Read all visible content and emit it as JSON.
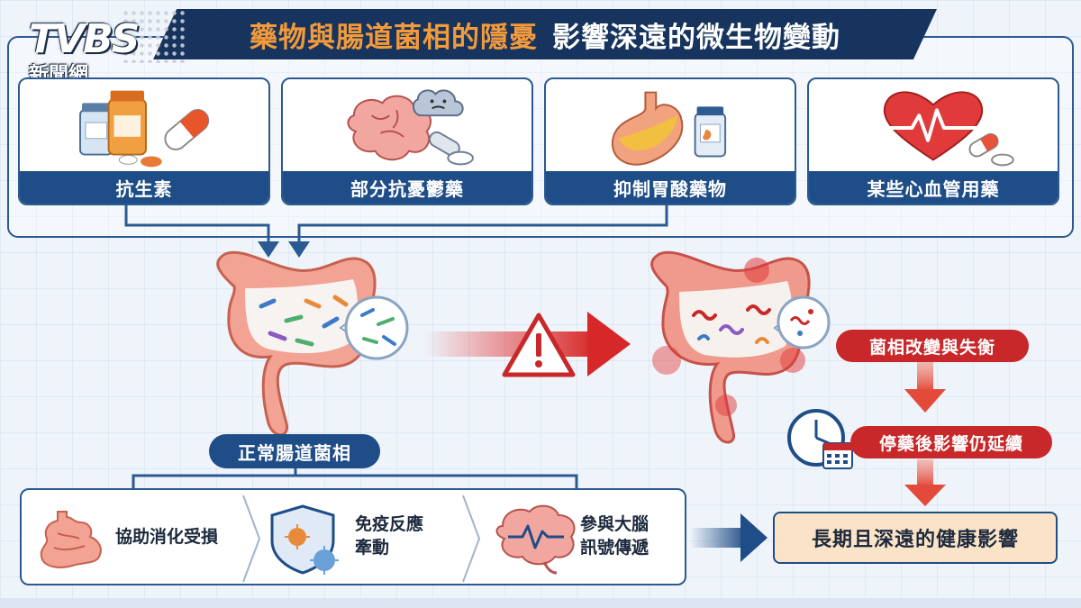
{
  "title": {
    "part1": "藥物與腸道菌相的隱憂",
    "part2": "影響深遠的微生物變動"
  },
  "logo": {
    "main": "TVBS",
    "sub": "新聞網"
  },
  "drugs": [
    {
      "label": "抗生素",
      "icon": "antibiotic-pills-icon"
    },
    {
      "label": "部分抗憂鬱藥",
      "icon": "brain-cloud-icon"
    },
    {
      "label": "抑制胃酸藥物",
      "icon": "stomach-medicine-icon"
    },
    {
      "label": "某些心血管用藥",
      "icon": "heart-pulse-icon"
    }
  ],
  "normal_label": "正常腸道菌相",
  "effects": {
    "dysbiosis": "菌相改變與失衡",
    "persist": "停藥後影響仍延續"
  },
  "functions": [
    {
      "line1": "協助消化受損",
      "line2": "",
      "icon": "intestine-icon"
    },
    {
      "line1": "免疫反應",
      "line2": "牽動",
      "icon": "immune-shield-icon"
    },
    {
      "line1": "參與大腦",
      "line2": "訊號傳遞",
      "icon": "brain-signal-icon"
    }
  ],
  "final": "長期且深遠的健康影響",
  "colors": {
    "navy": "#1f4d87",
    "orange": "#f39a3b",
    "red": "#c8282a",
    "final_bg": "#fbe3c8"
  }
}
